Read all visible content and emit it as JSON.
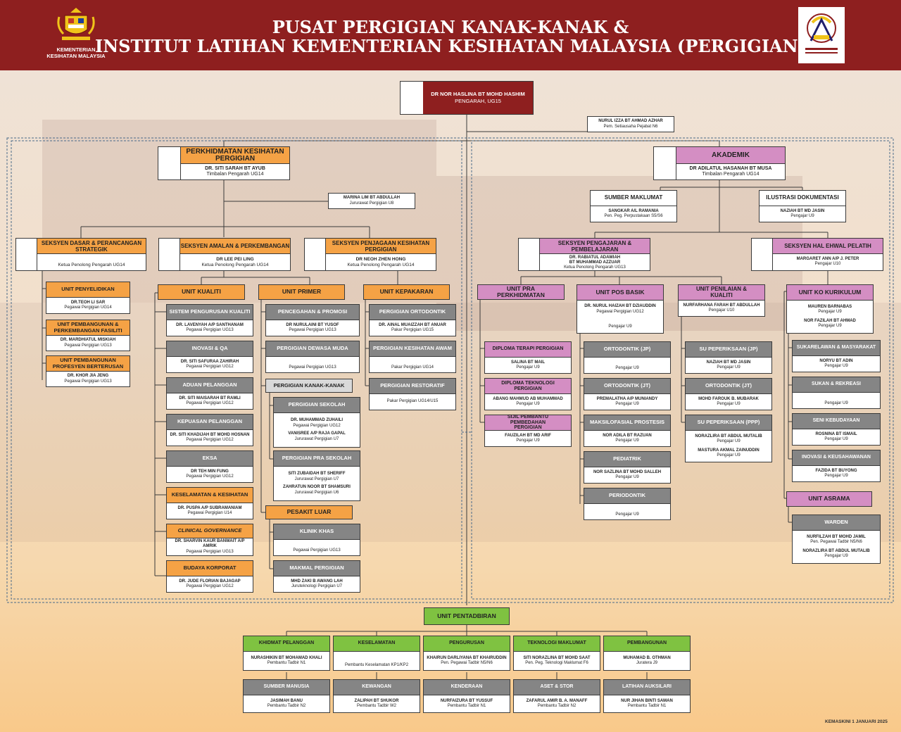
{
  "header": {
    "title_line1": "PUSAT PERGIGIAN KANAK-KANAK &",
    "title_line2": "INSTITUT LATIHAN KEMENTERIAN KESIHATAN MALAYSIA (PERGIGIAN)",
    "ministry_caption": "KEMENTERIAN KESIHATAN MALAYSIA"
  },
  "director": {
    "name": "DR NOR HASLINA BT MOHD HASHIM",
    "title": "PENGARAH, UG15"
  },
  "secretary": {
    "name": "NURUL IZZA BT AHMAD AZHAR",
    "title": "Pem. Setiausaha Pejabat N6"
  },
  "left_division": {
    "heading": "PERKHIDMATAN KESIHATAN PERGIGIAN",
    "name": "DR. SITI SARAH BT AYUB",
    "title": "Timbalan Pengarah UG14",
    "assistant": {
      "name": "MARINA LIM BT ABDULLAH",
      "title": "Jururawat Pergigian U8"
    },
    "sections": [
      {
        "heading": "SEKSYEN DASAR & PERANCANGAN STRATEGIK",
        "name": "",
        "title": "Ketua Penolong Pengarah UG14"
      },
      {
        "heading": "SEKSYEN AMALAN & PERKEMBANGAN",
        "name": "DR LEE PEI LING",
        "title": "Ketua Penolong Pengarah UG14"
      },
      {
        "heading": "SEKSYEN PENJAGAAN KESIHATAN PERGIGIAN",
        "name": "DR NEOH ZHEN HONG",
        "title": "Ketua Penolong Pengarah UG14"
      }
    ],
    "dasar_units": [
      {
        "heading": "UNIT PENYELIDIKAN",
        "name": "DR.TEOH LI SAR",
        "title": "Pegawai Pergigian UG14"
      },
      {
        "heading": "UNIT PEMBANGUNAN & PERKEMBANGAN FASILITI",
        "name": "DR. MARDHIATUL MISKIAH",
        "title": "Pegawai Pergigian UG13"
      },
      {
        "heading": "UNIT PEMBANGUNAN PROFESYEN BERTERUSAN",
        "name": "DR. KHOR JIA JENG",
        "title": "Pegawai Pergigian UG13"
      }
    ],
    "unit_kualiti": {
      "label": "UNIT KUALITI",
      "items": [
        {
          "heading": "SISTEM PENGURUSAN KUALITI",
          "name": "DR. LAVENYAH A/P SANTHANAM",
          "title": "Pegawai Pergigian UG13"
        },
        {
          "heading": "INOVASI & QA",
          "name": "DR. SITI SAFURAA ZAHIRAH",
          "title": "Pegawai Pergigian UG12"
        },
        {
          "heading": "ADUAN PELANGGAN",
          "name": "DR. SITI MAISARAH BT RAMLI",
          "title": "Pegawai Pergigian UG12"
        },
        {
          "heading": "KEPUASAN PELANGGAN",
          "name": "DR. SITI KHADIJAH BT MOHD HOSNAN",
          "title": "Pegawai Pergigian UG12"
        },
        {
          "heading": "EKSA",
          "name": "DR TEH MIN FUNG",
          "title": "Pegawai Pergigian UG12"
        },
        {
          "heading": "KESELAMATAN & KESIHATAN",
          "name": "DR. PUSPA A/P SUBRAMANIAM",
          "title": "Pegawai Pergigian U14"
        },
        {
          "heading": "CLINICAL GOVERNANCE",
          "name": "DR. SHARVIN KAUR BANWAIT A/P AMRIK",
          "title": "Pegawai Pergigian UG13"
        },
        {
          "heading": "BUDAYA KORPORAT",
          "name": "DR. JUDE FLORIAN BAJAGAP",
          "title": "Pegawai Pergigian UG12"
        }
      ]
    },
    "unit_primer": {
      "label": "UNIT PRIMER",
      "items": [
        {
          "heading": "PENCEGAHAN & PROMOSI",
          "name": "DR NURULAINI BT YUSOF",
          "title": "Pegawai Pergigian UG13"
        },
        {
          "heading": "PERGIGIAN DEWASA MUDA",
          "name": "",
          "title": "Pegawai Pergigian UG13"
        }
      ],
      "kanak_label": "PERGIGIAN KANAK-KANAK",
      "kanak_items": [
        {
          "heading": "PERGIGIAN SEKOLAH",
          "name": "DR. MUHAMMAD ZUHAILI",
          "title": "Pegawai Pergigian UG12",
          "name2": "VANISREE A/P RAJA GAPAL",
          "title2": "Jururawat Pergigian U7"
        },
        {
          "heading": "PERGIGIAN PRA SEKOLAH",
          "name": "SITI ZUBAIDAH BT SHERIFF",
          "title": "Jururawat Pergigian U7",
          "name2": "ZAHRATUN NOOR BT SHAMSURI",
          "title2": "Jururawat Pergigian U6"
        }
      ],
      "pesakit_label": "PESAKIT LUAR",
      "pesakit_items": [
        {
          "heading": "KLINIK KHAS",
          "name": "",
          "title": "Pegawai Pergigian UG13"
        },
        {
          "heading": "MAKMAL PERGIGIAN",
          "name": "MHD ZAKI B AWANG LAH",
          "title": "Juruteknologi Pergigian U7"
        }
      ]
    },
    "unit_kepakaran": {
      "label": "UNIT KEPAKARAN",
      "items": [
        {
          "heading": "PERGIGIAN ORTODONTIK",
          "name": "DR. AINAL MUAIZZAH BT ANUAR",
          "title": "Pakar Pergigian UG15"
        },
        {
          "heading": "PERGIGIAN KESIHATAN AWAM",
          "name": "",
          "title": "Pakar Pergigian UG14"
        },
        {
          "heading": "PERGIGIAN RESTORATIF",
          "name": "",
          "title": "Pakar Pergigian UG14/U15"
        }
      ]
    }
  },
  "right_division": {
    "heading": "AKADEMIK",
    "name": "DR ADILATUL HASANAH BT MUSA",
    "title": "Timbalan Pengarah UG14",
    "sumber": {
      "heading": "SUMBER MAKLUMAT",
      "name": "SANGKAR A/L RAMANIA",
      "title": "Pen. Peg. Perpustakaan S5/S6"
    },
    "ilustrasi": {
      "heading": "ILUSTRASI DOKUMENTASI",
      "name": "NAZIAH BT MD JASIN",
      "title": "Pengajar U9"
    },
    "sections": [
      {
        "heading": "SEKSYEN PENGAJARAN & PEMBELAJARAN",
        "name": "DR. RABIATUL ADAWIAH",
        "name2": "BT MUHAMMAD AZZUAR",
        "title": "Ketua Penolong Pengarah UG13"
      },
      {
        "heading": "SEKSYEN HAL EHWAL PELATIH",
        "name": "MARGARET ANN A/P J. PETER",
        "name2": "",
        "title": "Pengajar U10"
      }
    ],
    "unit_pra": {
      "label": "UNIT PRA PERKHIDMATAN",
      "items": [
        {
          "heading": "DIPLOMA TERAPI PERGIGIAN",
          "name": "SALINA BT MAIL",
          "title": "Pengajar U9"
        },
        {
          "heading": "DIPLOMA TEKNOLOGI PERGIGIAN",
          "name": "ABANG MAHMUD AB MUHAMMAD",
          "title": "Pengajar U9"
        },
        {
          "heading": "SIJIL PEMBANTU PEMBEDAHAN PERGIGIAN",
          "name": "FAUZILAH BT MD ARIF",
          "title": "Pengajar U9"
        }
      ]
    },
    "unit_pos": {
      "label": "UNIT POS BASIK",
      "name": "DR. NURUL HAIZAH BT DZIAUDDIN",
      "title": "Pegawai Pergigian UG12",
      "title2": "Pengajar U9",
      "items": [
        {
          "heading": "ORTODONTIK (JP)",
          "name": "",
          "title": "Pengajar U9"
        },
        {
          "heading": "ORTODONTIK (JT)",
          "name": "PREMALATHA A/P MUNIANDY",
          "title": "Pengajar U9"
        },
        {
          "heading": "MAKSILOFASIAL PROSTESIS",
          "name": "NOR ADILA BT RAZUAN",
          "title": "Pengajar U9"
        },
        {
          "heading": "PEDIATRIK",
          "name": "NOR SAZLINA BT MOHD SALLEH",
          "title": "Pengajar U9"
        },
        {
          "heading": "PERIODONTIK",
          "name": "",
          "title": "Pengajar U9"
        }
      ]
    },
    "unit_penilaian": {
      "label": "UNIT PENILAIAN & KUALITI",
      "name": "NURFARHANA FARAH BT ABDULLAH",
      "title": "Pengajar U10",
      "items": [
        {
          "heading": "SU PEPERIKSAAN (JP)",
          "name": "NAZIAH BT MD JASIN",
          "title": "Pengajar U9"
        },
        {
          "heading": "ORTODONTIK (JT)",
          "name": "MOHD FAROUK B. MUBARAK",
          "title": "Pengajar U9"
        },
        {
          "heading": "SU PEPERIKSAAN (PPP)",
          "name": "NORAZLIRA BT ABDUL MUTALIB",
          "title": "Pengajar U9",
          "name2": "MASTURA AKMAL ZAINUDDIN",
          "title2": "Pengajar U9"
        }
      ]
    },
    "unit_ko": {
      "label": "UNIT KO KURIKULUM",
      "name": "MAUREN BARNABAS",
      "title": "Pengajar U9",
      "name2": "NOR FAZILAH BT AHMAD",
      "title2": "Pengajar U9",
      "items": [
        {
          "heading": "SUKARELAWAN & MASYARAKAT",
          "name": "NORYU BT ADIN",
          "title": "Pengajar U9"
        },
        {
          "heading": "SUKAN & REKREASI",
          "name": "",
          "title": "Pengajar U9"
        },
        {
          "heading": "SENI KEBUDAYAAN",
          "name": "ROSNINA BT ISMAIL",
          "title": "Pengajar U9"
        },
        {
          "heading": "INOVASI & KEUSAHAWANAN",
          "name": "FAZIDA BT BUYONG",
          "title": "Pengajar U9"
        }
      ]
    },
    "unit_asrama": {
      "label": "UNIT ASRAMA",
      "warden": {
        "heading": "WARDEN",
        "name": "NURFILZAH BT MOHD JAMIL",
        "title": "Pen. Pegawai Tadbir N5/N6",
        "name2": "NORAZLIRA BT ABDUL MUTALIB",
        "title2": "Pengajar U9"
      }
    }
  },
  "admin": {
    "label": "UNIT PENTADBIRAN",
    "row1": [
      {
        "heading": "KHIDMAT PELANGGAN",
        "name": "NURASHIKIN BT MOHAMAD KHALI",
        "title": "Pembantu Tadbir N1"
      },
      {
        "heading": "KESELAMATAN",
        "name": "",
        "title": "Pembantu Keselamatan KP1/KP2"
      },
      {
        "heading": "PENGURUSAN",
        "name": "KHAIRUN DARLIYANA BT KHAIRUDDIN",
        "title": "Pen. Pegawai Tadbir N5/N6"
      },
      {
        "heading": "TEKNOLOGI MAKLUMAT",
        "name": "SITI NORAZLINA BT MOHD SAAT",
        "title": "Pen. Peg. Teknologi Maklumat F6"
      },
      {
        "heading": "PEMBANGUNAN",
        "name": "MUHAMAD B. OTHMAN",
        "title": "Juratera J9"
      }
    ],
    "row2": [
      {
        "heading": "SUMBER MANUSIA",
        "name": "JASIMAH BANU",
        "title": "Pembantu Tadbir N2"
      },
      {
        "heading": "KEWANGAN",
        "name": "ZALIPAH BT SHUKOR",
        "title": "Pembantu Tadbir W2"
      },
      {
        "heading": "KENDERAAN",
        "name": "NURFAIZURA BT YUSSUF",
        "title": "Pembantu Tadbir N1"
      },
      {
        "heading": "ASET & STOR",
        "name": "ZAFARUL AMIR B. A. MANAFF",
        "title": "Pembantu Tadbir N2"
      },
      {
        "heading": "LATIHAN AUKSILARI",
        "name": "NUR JIHAN BINTI SAMAN",
        "title": "Pembantu Tadbir N1"
      }
    ]
  },
  "updated": "KEMASKINI 1 JANUARI 2025",
  "colors": {
    "header": "#8e1f1f",
    "orange": "#f5a245",
    "pink": "#d48ec3",
    "gray": "#858585",
    "green": "#7fc241"
  }
}
